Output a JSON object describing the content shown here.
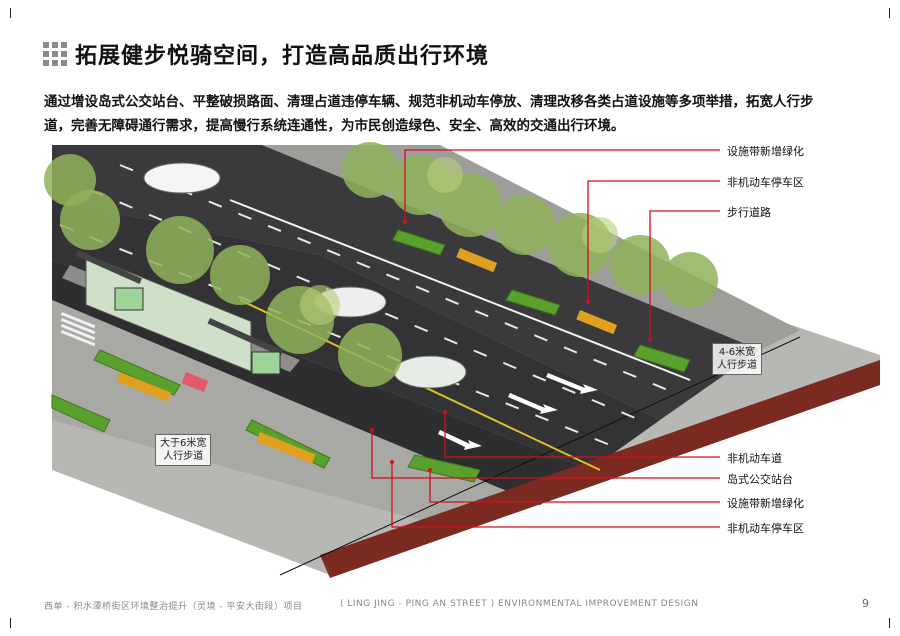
{
  "title": "拓展健步悦骑空间，打造高品质出行环境",
  "description": "通过增设岛式公交站台、平整破损路面、清理占道违停车辆、规范非机动车停放、清理改移各类占道设施等多项举措，拓宽人行步道，完善无障碍通行需求，提高慢行系统连通性，为市民创造绿色、安全、高效的交通出行环境。",
  "callouts_top": [
    "设施带新增绿化",
    "非机动车停车区",
    "步行道路"
  ],
  "callouts_bottom": [
    "非机动车道",
    "岛式公交站台",
    "设施带新增绿化",
    "非机动车停车区"
  ],
  "labels": {
    "right_sidewalk": "4-6米宽\n人行步道",
    "left_sidewalk": "大于6米宽\n人行步道"
  },
  "footer": {
    "project_cn": "西单 - 积水潭桥街区环境整治提升（灵境 - 平安大街段）项目",
    "project_en": "( LING JING - PING AN STREET ) ENVIRONMENTAL IMPROVEMENT DESIGN",
    "page": "9"
  },
  "colors": {
    "accent_line": "#d0101a",
    "road": "#3a3a3c",
    "green": "#5aa02c"
  }
}
